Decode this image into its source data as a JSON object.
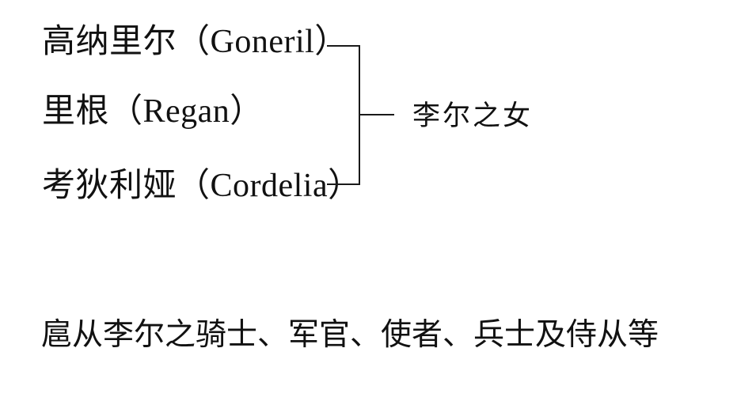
{
  "page": {
    "background_color": "#ffffff",
    "text_color": "#111111",
    "line_color": "#1a1a1a"
  },
  "character_list": {
    "daughters": [
      {
        "label": "高纳里尔（Goneril）",
        "name_cn": "高纳里尔",
        "name_en": "Goneril"
      },
      {
        "label": "里根（Regan）",
        "name_cn": "里根",
        "name_en": "Regan"
      },
      {
        "label": "考狄利娅（Cordelia）",
        "name_cn": "考狄利娅",
        "name_en": "Cordelia"
      }
    ],
    "group_label": "李尔之女",
    "retinue_line": "扈从李尔之骑士、军官、使者、兵士及侍从等"
  }
}
